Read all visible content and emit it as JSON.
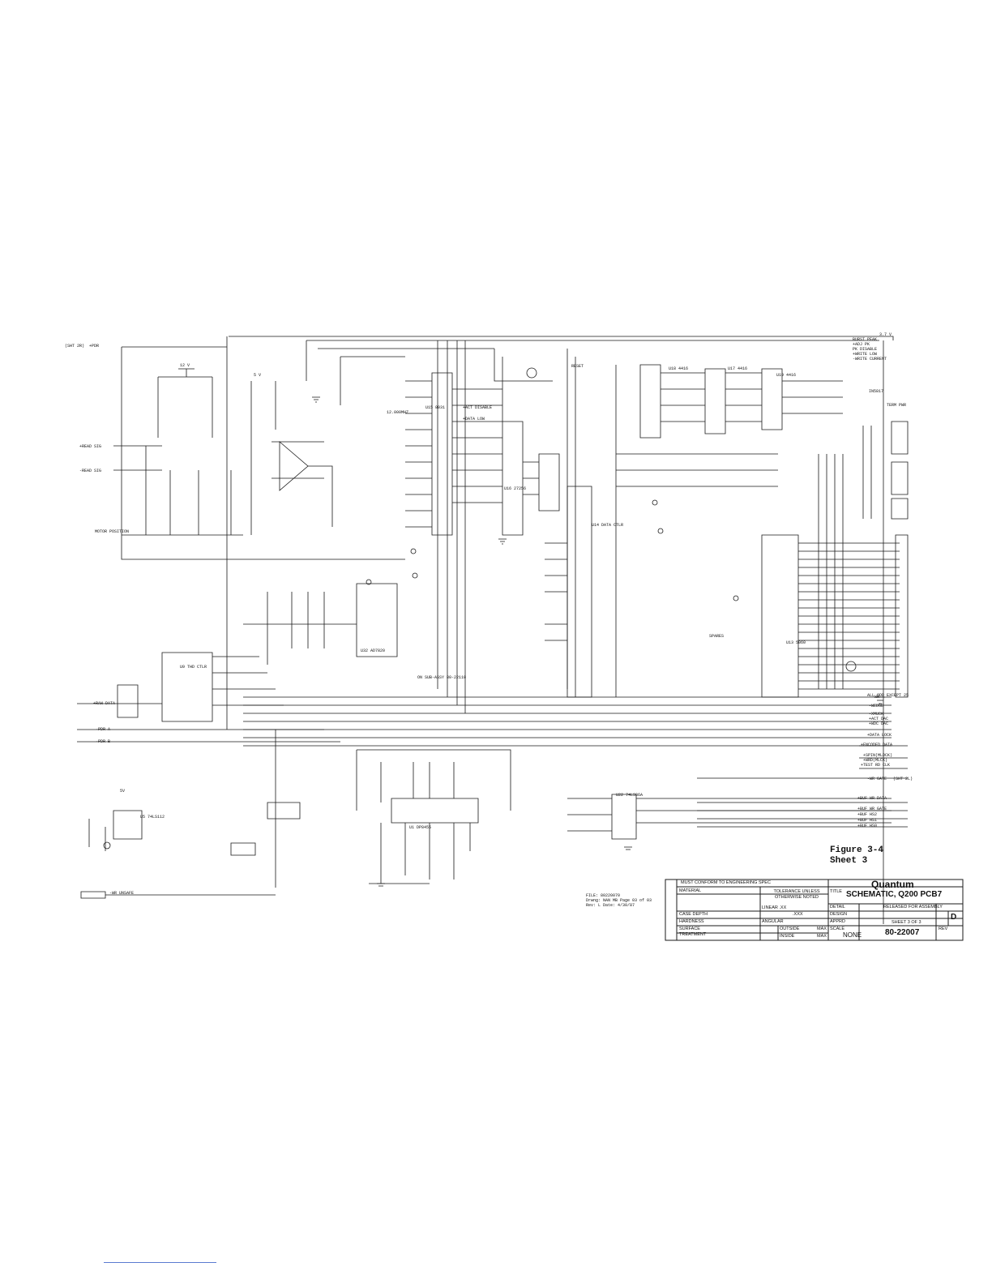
{
  "figure": {
    "caption_line1": "Figure 3-4",
    "caption_line2": "Sheet 3"
  },
  "title_block": {
    "spec_note": "MUST CONFORM TO ENGINEERING SPEC",
    "company": "Quantum",
    "title_label": "TITLE",
    "title": "SCHEMATIC, Q200 PCB7",
    "material": "MATERIAL",
    "tolerance": "TOLERANCE UNLESS OTHERWISE NOTED",
    "linear1": "LINEAR  .XX",
    "linear2": ".XXX",
    "angular": "ANGULAR",
    "case_depth": "CASE DEPTH",
    "hardness": "HARDNESS",
    "surface": "SURFACE TREATMENT",
    "outside": "OUTSIDE",
    "inside": "INSIDE",
    "max1": "MAX",
    "max2": "MAX",
    "detail": "DETAIL",
    "design": "DESIGN",
    "appd": "APPRD",
    "scale": "SCALE",
    "scale_value": "NONE",
    "released": "RELEASED FOR ASSEMBLY",
    "sheet": "SHEET  3  OF  3",
    "rev_label": "REV",
    "size": "D",
    "doc_number": "80-22007"
  },
  "file_info": {
    "line1": "FILE: 80220070",
    "line2": "Drwng: NAN MB    Page 03 of 03",
    "line3": "Rev:  L     Date: 4/30/87"
  },
  "labels": {
    "sht2_pdr": "(SHT 2R)",
    "pdr": "+PDR",
    "read_sig1": "+READ SIG",
    "read_sig2": "-READ SIG",
    "motor_pos": "MOTOR POSITION",
    "raw_data": "+RAW DATA",
    "pdr_a": "-PDR A",
    "pdr_b": "-PDR B",
    "wr_unsafe": "-WR UNSAFE",
    "v5_1": "5 V",
    "v5_2": "5V",
    "v12": "12 V",
    "v37": "3.7 V",
    "burst_peak": "BURST PEAK",
    "adj_pk": "+ADJ PK",
    "pk_disable": "PK DISABLE",
    "write_low": "+WRITE LOW",
    "write_current": "-WRITE CURRENT",
    "u15": "U15 8031",
    "u16": "U16 27256",
    "u14": "U14 DATA CTLR",
    "u18": "U18 4416",
    "u17": "U17 4416",
    "u19": "U19 4416",
    "u13": "U13 5060",
    "u9": "U9 THD CTLR",
    "u1": "U1 DP8455",
    "u5": "U5 74LS112",
    "u32": "U32 AD7820",
    "u22": "U22 74LS86A",
    "spares": "SPARES",
    "all_odd": "ALL ODD EXCEPT 25",
    "wr": "-WR",
    "wedge": "-WEDGE",
    "xmuck": "-XMUCK",
    "act_dak": "+ACT DAC",
    "wdc_dac": "+WDC DAC",
    "data_lock": "+DATA LOCK",
    "encoded_data": "+ENCODED DATA",
    "spin": "+SPIN(MLDCK)",
    "wrd_clk": "+WRD(MLCK)",
    "test_rd_clk": "+TEST RD CLK",
    "wr_gate": "-WR GATE",
    "buf_wr_data": "+BUF WR DATA",
    "buf_wr_gate": "+BUF WR GATE",
    "buf_hs2": "+BUF HS2",
    "buf_hs1": "+BUF HS1",
    "buf_hs0": "+BUF HS0",
    "sht2l": "(SHT 2L)",
    "in5817": "IN5817",
    "term_pwr": "TERM PWR",
    "xtal": "12.000MHZ",
    "act_disable": "+ACT DISABLE",
    "data_low": "+DATA LOW",
    "reset": "RESET",
    "on_sub": "ON SUB-ASSY 80-22110"
  }
}
